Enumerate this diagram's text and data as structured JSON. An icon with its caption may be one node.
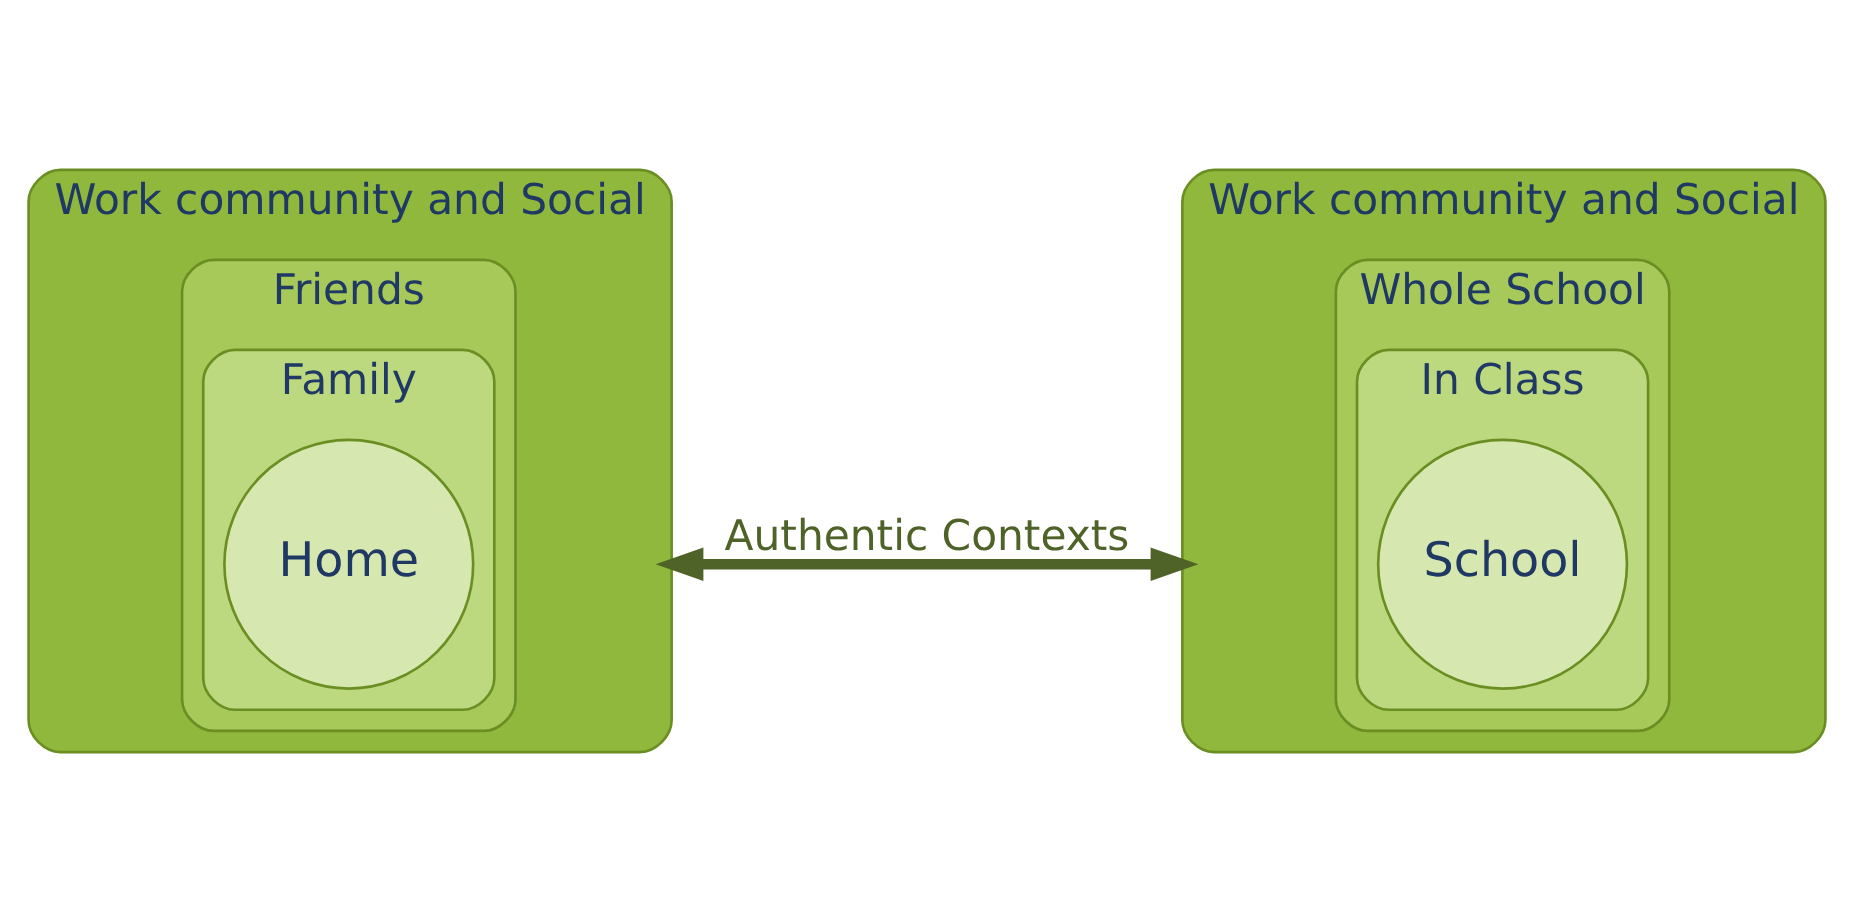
{
  "diagram": {
    "nodes": [
      {
        "text": [
          "Work community and Social"
        ]
      },
      {
        "text": [
          "Friends"
        ],
        "in": 0
      },
      {
        "text": [
          "Family"
        ],
        "in": 1
      },
      {
        "text": [
          "Home"
        ],
        "in": 2
      },
      {
        "text": [
          "Work community and Social"
        ]
      },
      {
        "text": [
          "Whole School"
        ],
        "in": 4
      },
      {
        "text": [
          "In Class"
        ],
        "in": 5
      },
      {
        "text": [
          "School"
        ],
        "in": 6
      }
    ],
    "edges": [
      {
        "from": 0,
        "to": 4,
        "arrow": "both",
        "label": "Authentic Contexts"
      }
    ]
  }
}
